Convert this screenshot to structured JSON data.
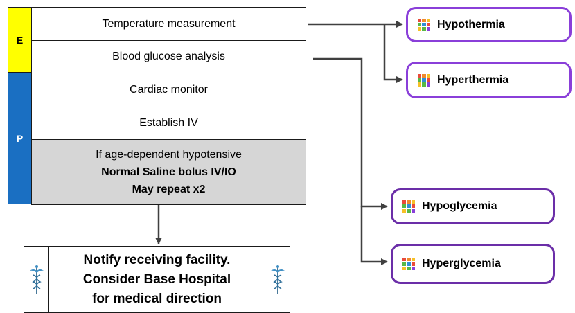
{
  "protocol": {
    "sections": [
      {
        "letter": "E",
        "color": "#ffff00"
      },
      {
        "letter": "P",
        "color": "#1a6fc2"
      }
    ],
    "steps": [
      {
        "text": "Temperature measurement"
      },
      {
        "text": "Blood glucose analysis"
      },
      {
        "text": "Cardiac monitor"
      },
      {
        "text": "Establish IV"
      }
    ],
    "conditional": {
      "line1": "If age-dependent hypotensive",
      "line2": "Normal Saline bolus IV/IO",
      "line3": "May repeat x2"
    }
  },
  "notify": {
    "line1": "Notify receiving facility.",
    "line2": "Consider Base Hospital",
    "line3": "for medical direction",
    "icon": "caduceus-icon"
  },
  "outcomes": {
    "icon": "protocol-grid-icon",
    "icon_colors": [
      "#e84b3a",
      "#f08a2c",
      "#f6c026",
      "#57b847",
      "#2f8fd8",
      "#e84b3a",
      "#f6c026",
      "#57b847",
      "#8a3fd9"
    ],
    "items": [
      {
        "label": "Hypothermia",
        "border": "#8a3fd9"
      },
      {
        "label": "Hyperthermia",
        "border": "#8a3fd9"
      },
      {
        "label": "Hypoglycemia",
        "border": "#6b2ea8"
      },
      {
        "label": "Hyperglycemia",
        "border": "#6b2ea8"
      }
    ]
  },
  "colors": {
    "line": "#404040",
    "gray_box": "#d6d6d6"
  }
}
